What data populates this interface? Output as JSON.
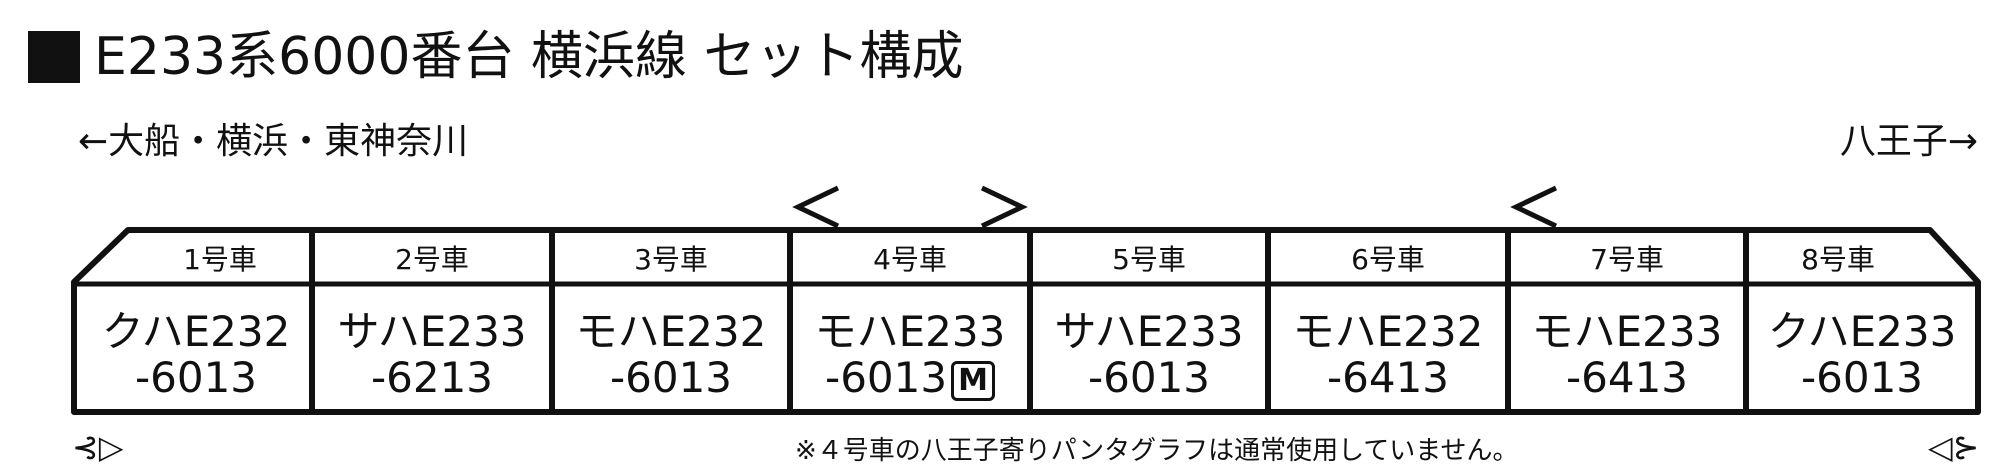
{
  "title": "■E233系6000番台 横浜線 セット構成",
  "title_text": "E233系6000番台 横浜線 セット構成",
  "direction_left": "←大船・横浜・東神奈川",
  "direction_right": "八王子→",
  "cars": [
    {
      "number": "1号車",
      "type": "クハE232",
      "serial": "-6013",
      "motor": false
    },
    {
      "number": "2号車",
      "type": "サハE233",
      "serial": "-6213",
      "motor": false
    },
    {
      "number": "3号車",
      "type": "モハE232",
      "serial": "-6013",
      "motor": false
    },
    {
      "number": "4号車",
      "type": "モハE233",
      "serial": "-6013",
      "motor": true
    },
    {
      "number": "5号車",
      "type": "サハE233",
      "serial": "-6013",
      "motor": false
    },
    {
      "number": "6号車",
      "type": "モハE232",
      "serial": "-6413",
      "motor": false
    },
    {
      "number": "7号車",
      "type": "モハE233",
      "serial": "-6413",
      "motor": false
    },
    {
      "number": "8号車",
      "type": "クハE233",
      "serial": "-6013",
      "motor": false
    }
  ],
  "motor_label": "M",
  "note": "※４号車の八王子寄りパンタグラフは通常使用していません。",
  "horn_left": "⊰▷",
  "horn_right": "◁⊱",
  "line_color": "#111111"
}
